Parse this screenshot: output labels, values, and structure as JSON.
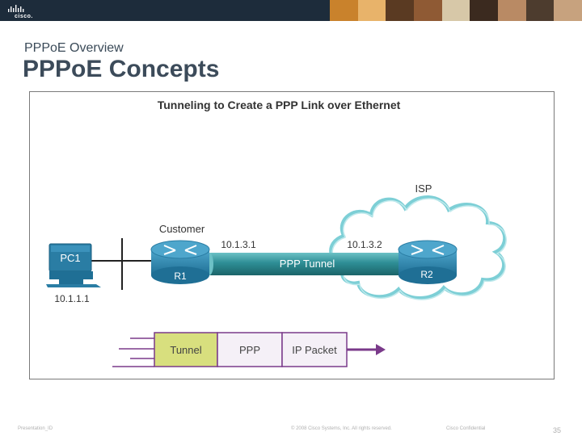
{
  "header": {
    "logo_text": "cisco.",
    "section_title": "PPPoE Overview",
    "page_title": "PPPoE Concepts"
  },
  "figure": {
    "title": "Tunneling to Create a PPP Link over Ethernet",
    "isp_label": "ISP",
    "customer_label": "Customer",
    "pc_label": "PC1",
    "pc_ip": "10.1.1.1",
    "r1_label": "R1",
    "r1_ip": "10.1.3.1",
    "r2_label": "R2",
    "r2_ip": "10.1.3.2",
    "tunnel_label": "PPP Tunnel",
    "frame": {
      "tunnel": "Tunnel",
      "ppp": "PPP",
      "ip_packet": "IP Packet"
    }
  },
  "footer": {
    "presentation_id": "Presentation_ID",
    "copyright": "© 2008 Cisco Systems, Inc. All rights reserved.",
    "confidential": "Cisco Confidential",
    "page_number": "35"
  },
  "colors": {
    "topbar": "#1d2c3b",
    "device_blue": "#2a7da4",
    "tunnel_teal": "#2e8e95",
    "cloud_stroke": "#7dcfd6",
    "frame_tunnel_fill": "#d8df7e",
    "frame_purple": "#7a3a8a",
    "frame_light": "#f5f0f7"
  }
}
